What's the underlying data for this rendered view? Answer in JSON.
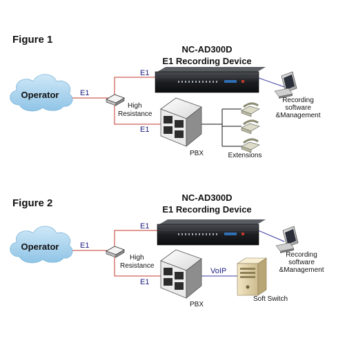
{
  "figure1": {
    "title": "Figure 1",
    "device_name": "NC-AD300D",
    "device_desc": "E1 Recording Device",
    "cloud_label": "Operator",
    "link_e1_operator": "E1",
    "link_e1_device": "E1",
    "link_e1_pbx": "E1",
    "high_resistance_line1": "High",
    "high_resistance_line2": "Resistance",
    "pbx_label": "PBX",
    "extensions_label": "Extensions",
    "recording_line1": "Recording",
    "recording_line2": "software",
    "recording_line3": "&Management"
  },
  "figure2": {
    "title": "Figure 2",
    "device_name": "NC-AD300D",
    "device_desc": "E1 Recording Device",
    "cloud_label": "Operator",
    "link_e1_operator": "E1",
    "link_e1_device": "E1",
    "link_e1_pbx": "E1",
    "high_resistance_line1": "High",
    "high_resistance_line2": "Resistance",
    "pbx_label": "PBX",
    "voip_label": "VoIP",
    "soft_switch_label": "Soft Switch",
    "recording_line1": "Recording",
    "recording_line2": "software",
    "recording_line3": "&Management"
  },
  "colors": {
    "e1_line": "#c0392b",
    "blue_line": "#3a3aa0",
    "cloud_fill": "#a9d4ee",
    "device_body": "#1d1f22"
  }
}
